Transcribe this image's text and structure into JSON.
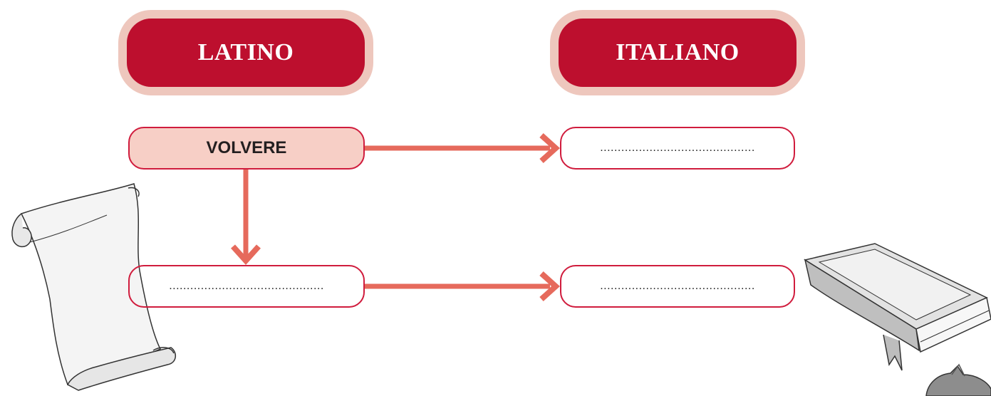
{
  "headers": {
    "left": "LATINO",
    "right": "ITALIANO"
  },
  "boxes": {
    "latin_word": "VOLVERE",
    "latin_blank": "............................................",
    "italian_blank_1": "............................................",
    "italian_blank_2": "............................................"
  },
  "colors": {
    "header": "#bd0f2e",
    "header_ring": "#eec7bd",
    "arrow": "#e66a5c",
    "box_border": "#d01c3d",
    "box_fill": "#f7cfc6"
  },
  "illustrations": [
    "scroll-illustration",
    "book-illustration",
    "cat-illustration"
  ]
}
